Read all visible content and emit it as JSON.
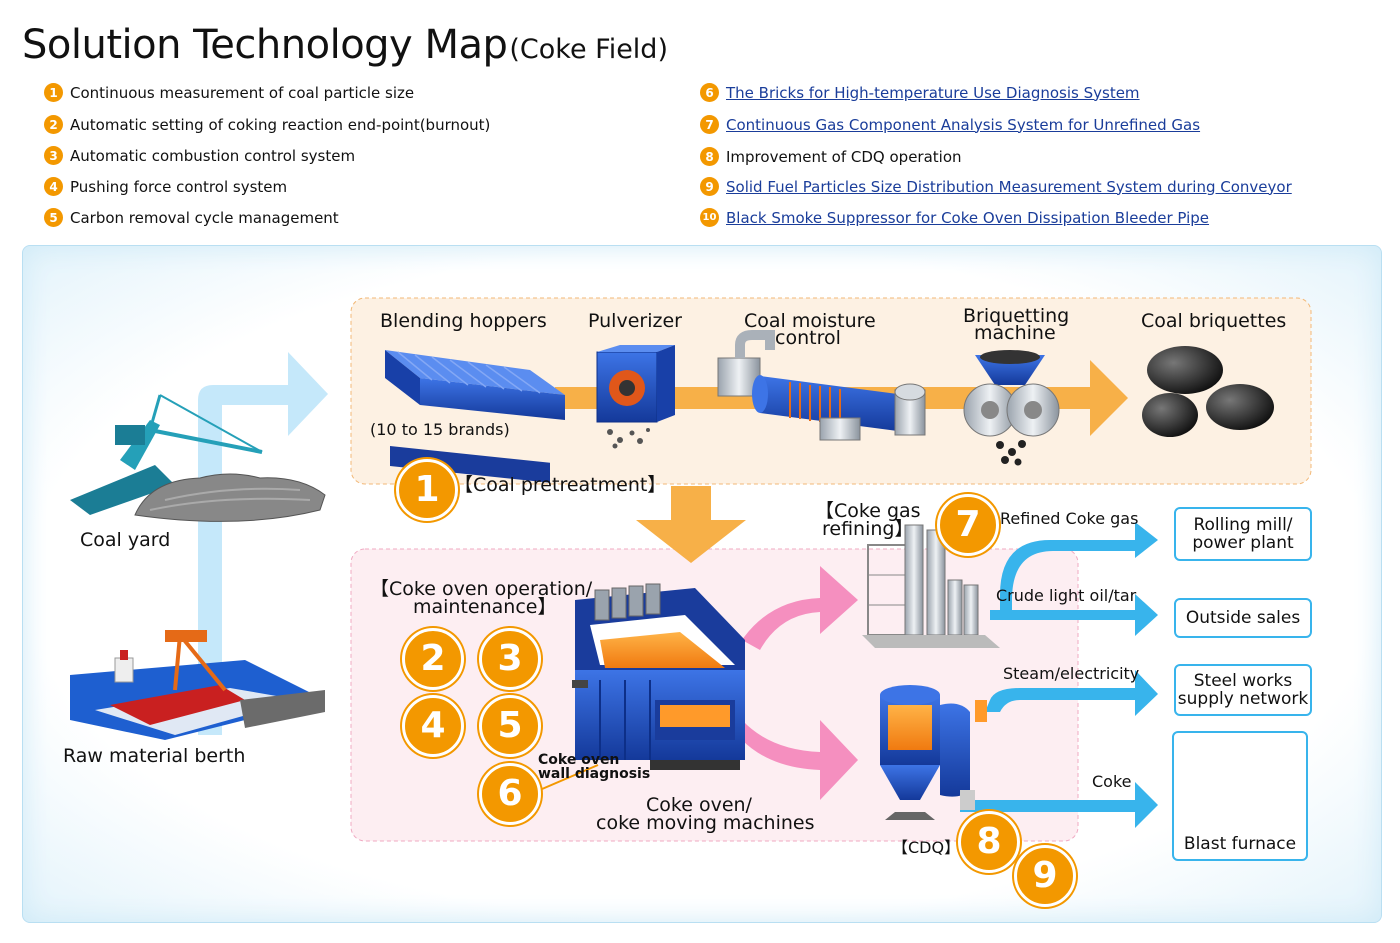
{
  "title": {
    "main": "Solution Technology Map",
    "sub": "(Coke Field)"
  },
  "legend": {
    "left": [
      {
        "num": "1",
        "text": "Continuous measurement of coal particle size"
      },
      {
        "num": "2",
        "text": "Automatic setting of coking reaction end-point(burnout)"
      },
      {
        "num": "3",
        "text": "Automatic combustion control system"
      },
      {
        "num": "4",
        "text": "Pushing force control system"
      },
      {
        "num": "5",
        "text": "Carbon removal cycle management"
      }
    ],
    "right": [
      {
        "num": "6",
        "text": "The Bricks for High-temperature Use Diagnosis System",
        "link": true
      },
      {
        "num": "7",
        "text": "Continuous Gas Component Analysis System for Unrefined Gas",
        "link": true
      },
      {
        "num": "8",
        "text": "Improvement of CDQ operation",
        "link": false
      },
      {
        "num": "9",
        "text": "Solid Fuel Particles Size Distribution Measurement System during Conveyor",
        "link": true
      },
      {
        "num": "10",
        "text": "Black Smoke Suppressor for Coke Oven Dissipation Bleeder Pipe",
        "link": true
      }
    ]
  },
  "diagram": {
    "coal_yard": "Coal yard",
    "raw_berth": "Raw material berth",
    "blending_hoppers": "Blending hoppers",
    "brands": "(10 to 15 brands)",
    "pulverizer": "Pulverizer",
    "coal_moisture_1": "Coal moisture",
    "coal_moisture_2": "control",
    "briquetting_1": "Briquetting",
    "briquetting_2": "machine",
    "coal_briquettes": "Coal briquettes",
    "coal_pretreatment": "【Coal pretreatment】",
    "coke_oven_op_1": "【Coke oven operation/",
    "coke_oven_op_2": "maintenance】",
    "coke_gas_1": "【Coke gas",
    "coke_gas_2": "refining】",
    "wall_diag_1": "Coke oven",
    "wall_diag_2": "wall diagnosis",
    "coke_oven_machines_1": "Coke oven/",
    "coke_oven_machines_2": "coke moving machines",
    "cdq": "【CDQ】",
    "refined_gas": "Refined Coke gas",
    "crude_oil": "Crude light oil/tar",
    "steam": "Steam/electricity",
    "coke": "Coke",
    "badges": [
      "1",
      "2",
      "3",
      "4",
      "5",
      "6",
      "7",
      "8",
      "9"
    ]
  },
  "outputs": {
    "rolling_1": "Rolling mill/",
    "rolling_2": "power plant",
    "outside_sales": "Outside sales",
    "steel_1": "Steel works",
    "steel_2": "supply network",
    "blast_furnace": "Blast furnace"
  },
  "colors": {
    "orange": "#f39800",
    "arrow_orange": "#f7b048",
    "arrow_blue": "#38b4ec",
    "arrow_pink": "#f58fbf",
    "equipment_blue": "#1c4fc4",
    "pretreat_bg": "#fdf1e3",
    "oven_bg": "#fdeef2"
  }
}
